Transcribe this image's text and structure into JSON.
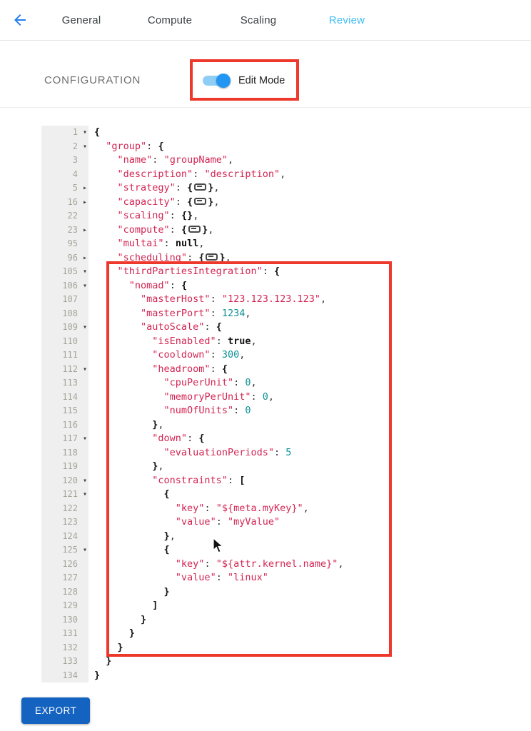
{
  "nav": {
    "back_icon": "arrow-left",
    "tabs": [
      {
        "label": "General",
        "active": false
      },
      {
        "label": "Compute",
        "active": false
      },
      {
        "label": "Scaling",
        "active": false
      },
      {
        "label": "Review",
        "active": true
      }
    ]
  },
  "config": {
    "label": "CONFIGURATION",
    "edit_mode": {
      "label": "Edit Mode",
      "enabled": true
    }
  },
  "footer": {
    "export_label": "EXPORT"
  },
  "colors": {
    "active_tab": "#42bdf5",
    "toggle_knob": "#2196f3",
    "toggle_track": "#8ecdf5",
    "annotation_red": "#ee382b",
    "code_string": "#d32552",
    "code_number": "#0d9197",
    "export_button": "#1463c0"
  },
  "editor": {
    "lines": [
      {
        "n": "1",
        "fold": "open",
        "seg": [
          [
            "b",
            "{"
          ]
        ]
      },
      {
        "n": "2",
        "fold": "open",
        "seg": [
          [
            "p",
            "  "
          ],
          [
            "s",
            "\"group\""
          ],
          [
            "p",
            ": "
          ],
          [
            "b",
            "{"
          ]
        ]
      },
      {
        "n": "3",
        "seg": [
          [
            "p",
            "    "
          ],
          [
            "s",
            "\"name\""
          ],
          [
            "p",
            ": "
          ],
          [
            "s",
            "\"groupName\""
          ],
          [
            "p",
            ","
          ]
        ]
      },
      {
        "n": "4",
        "seg": [
          [
            "p",
            "    "
          ],
          [
            "s",
            "\"description\""
          ],
          [
            "p",
            ": "
          ],
          [
            "s",
            "\"description\""
          ],
          [
            "p",
            ","
          ]
        ]
      },
      {
        "n": "5",
        "fold": "closed",
        "seg": [
          [
            "p",
            "    "
          ],
          [
            "s",
            "\"strategy\""
          ],
          [
            "p",
            ": "
          ],
          [
            "b",
            "{"
          ],
          [
            "w",
            ""
          ],
          [
            "b",
            "}"
          ],
          [
            "p",
            ","
          ]
        ]
      },
      {
        "n": "16",
        "fold": "closed",
        "seg": [
          [
            "p",
            "    "
          ],
          [
            "s",
            "\"capacity\""
          ],
          [
            "p",
            ": "
          ],
          [
            "b",
            "{"
          ],
          [
            "w",
            ""
          ],
          [
            "b",
            "}"
          ],
          [
            "p",
            ","
          ]
        ]
      },
      {
        "n": "22",
        "seg": [
          [
            "p",
            "    "
          ],
          [
            "s",
            "\"scaling\""
          ],
          [
            "p",
            ": "
          ],
          [
            "b",
            "{}"
          ],
          [
            "p",
            ","
          ]
        ]
      },
      {
        "n": "23",
        "fold": "closed",
        "seg": [
          [
            "p",
            "    "
          ],
          [
            "s",
            "\"compute\""
          ],
          [
            "p",
            ": "
          ],
          [
            "b",
            "{"
          ],
          [
            "w",
            ""
          ],
          [
            "b",
            "}"
          ],
          [
            "p",
            ","
          ]
        ]
      },
      {
        "n": "95",
        "seg": [
          [
            "p",
            "    "
          ],
          [
            "s",
            "\"multai\""
          ],
          [
            "p",
            ": "
          ],
          [
            "b",
            "null"
          ],
          [
            "p",
            ","
          ]
        ]
      },
      {
        "n": "96",
        "fold": "closed",
        "seg": [
          [
            "p",
            "    "
          ],
          [
            "s",
            "\"scheduling\""
          ],
          [
            "p",
            ": "
          ],
          [
            "b",
            "{"
          ],
          [
            "w",
            ""
          ],
          [
            "b",
            "}"
          ],
          [
            "p",
            ","
          ]
        ]
      },
      {
        "n": "105",
        "fold": "open",
        "seg": [
          [
            "p",
            "    "
          ],
          [
            "s",
            "\"thirdPartiesIntegration\""
          ],
          [
            "p",
            ": "
          ],
          [
            "b",
            "{"
          ]
        ]
      },
      {
        "n": "106",
        "fold": "open",
        "seg": [
          [
            "p",
            "      "
          ],
          [
            "s",
            "\"nomad\""
          ],
          [
            "p",
            ": "
          ],
          [
            "b",
            "{"
          ]
        ]
      },
      {
        "n": "107",
        "seg": [
          [
            "p",
            "        "
          ],
          [
            "s",
            "\"masterHost\""
          ],
          [
            "p",
            ": "
          ],
          [
            "s",
            "\"123.123.123.123\""
          ],
          [
            "p",
            ","
          ]
        ]
      },
      {
        "n": "108",
        "seg": [
          [
            "p",
            "        "
          ],
          [
            "s",
            "\"masterPort\""
          ],
          [
            "p",
            ": "
          ],
          [
            "n",
            "1234"
          ],
          [
            "p",
            ","
          ]
        ]
      },
      {
        "n": "109",
        "fold": "open",
        "seg": [
          [
            "p",
            "        "
          ],
          [
            "s",
            "\"autoScale\""
          ],
          [
            "p",
            ": "
          ],
          [
            "b",
            "{"
          ]
        ]
      },
      {
        "n": "110",
        "seg": [
          [
            "p",
            "          "
          ],
          [
            "s",
            "\"isEnabled\""
          ],
          [
            "p",
            ": "
          ],
          [
            "b",
            "true"
          ],
          [
            "p",
            ","
          ]
        ]
      },
      {
        "n": "111",
        "seg": [
          [
            "p",
            "          "
          ],
          [
            "s",
            "\"cooldown\""
          ],
          [
            "p",
            ": "
          ],
          [
            "n",
            "300"
          ],
          [
            "p",
            ","
          ]
        ]
      },
      {
        "n": "112",
        "fold": "open",
        "seg": [
          [
            "p",
            "          "
          ],
          [
            "s",
            "\"headroom\""
          ],
          [
            "p",
            ": "
          ],
          [
            "b",
            "{"
          ]
        ]
      },
      {
        "n": "113",
        "seg": [
          [
            "p",
            "            "
          ],
          [
            "s",
            "\"cpuPerUnit\""
          ],
          [
            "p",
            ": "
          ],
          [
            "n",
            "0"
          ],
          [
            "p",
            ","
          ]
        ]
      },
      {
        "n": "114",
        "seg": [
          [
            "p",
            "            "
          ],
          [
            "s",
            "\"memoryPerUnit\""
          ],
          [
            "p",
            ": "
          ],
          [
            "n",
            "0"
          ],
          [
            "p",
            ","
          ]
        ]
      },
      {
        "n": "115",
        "seg": [
          [
            "p",
            "            "
          ],
          [
            "s",
            "\"numOfUnits\""
          ],
          [
            "p",
            ": "
          ],
          [
            "n",
            "0"
          ]
        ]
      },
      {
        "n": "116",
        "seg": [
          [
            "p",
            "          "
          ],
          [
            "b",
            "}"
          ],
          [
            "p",
            ","
          ]
        ]
      },
      {
        "n": "117",
        "fold": "open",
        "seg": [
          [
            "p",
            "          "
          ],
          [
            "s",
            "\"down\""
          ],
          [
            "p",
            ": "
          ],
          [
            "b",
            "{"
          ]
        ]
      },
      {
        "n": "118",
        "seg": [
          [
            "p",
            "            "
          ],
          [
            "s",
            "\"evaluationPeriods\""
          ],
          [
            "p",
            ": "
          ],
          [
            "n",
            "5"
          ]
        ]
      },
      {
        "n": "119",
        "seg": [
          [
            "p",
            "          "
          ],
          [
            "b",
            "}"
          ],
          [
            "p",
            ","
          ]
        ]
      },
      {
        "n": "120",
        "fold": "open",
        "seg": [
          [
            "p",
            "          "
          ],
          [
            "s",
            "\"constraints\""
          ],
          [
            "p",
            ": "
          ],
          [
            "b",
            "["
          ]
        ]
      },
      {
        "n": "121",
        "fold": "open",
        "seg": [
          [
            "p",
            "            "
          ],
          [
            "b",
            "{"
          ]
        ]
      },
      {
        "n": "122",
        "seg": [
          [
            "p",
            "              "
          ],
          [
            "s",
            "\"key\""
          ],
          [
            "p",
            ": "
          ],
          [
            "s",
            "\"${meta.myKey}\""
          ],
          [
            "p",
            ","
          ]
        ]
      },
      {
        "n": "123",
        "seg": [
          [
            "p",
            "              "
          ],
          [
            "s",
            "\"value\""
          ],
          [
            "p",
            ": "
          ],
          [
            "s",
            "\"myValue\""
          ]
        ]
      },
      {
        "n": "124",
        "seg": [
          [
            "p",
            "            "
          ],
          [
            "b",
            "}"
          ],
          [
            "p",
            ","
          ]
        ]
      },
      {
        "n": "125",
        "fold": "open",
        "seg": [
          [
            "p",
            "            "
          ],
          [
            "b",
            "{"
          ]
        ]
      },
      {
        "n": "126",
        "seg": [
          [
            "p",
            "              "
          ],
          [
            "s",
            "\"key\""
          ],
          [
            "p",
            ": "
          ],
          [
            "s",
            "\"${attr.kernel.name}\""
          ],
          [
            "p",
            ","
          ]
        ]
      },
      {
        "n": "127",
        "seg": [
          [
            "p",
            "              "
          ],
          [
            "s",
            "\"value\""
          ],
          [
            "p",
            ": "
          ],
          [
            "s",
            "\"linux\""
          ]
        ]
      },
      {
        "n": "128",
        "seg": [
          [
            "p",
            "            "
          ],
          [
            "b",
            "}"
          ]
        ]
      },
      {
        "n": "129",
        "seg": [
          [
            "p",
            "          "
          ],
          [
            "b",
            "]"
          ]
        ]
      },
      {
        "n": "130",
        "seg": [
          [
            "p",
            "        "
          ],
          [
            "b",
            "}"
          ]
        ]
      },
      {
        "n": "131",
        "seg": [
          [
            "p",
            "      "
          ],
          [
            "b",
            "}"
          ]
        ]
      },
      {
        "n": "132",
        "seg": [
          [
            "p",
            "    "
          ],
          [
            "b",
            "}"
          ]
        ]
      },
      {
        "n": "133",
        "seg": [
          [
            "p",
            "  "
          ],
          [
            "b",
            "}"
          ]
        ]
      },
      {
        "n": "134",
        "seg": [
          [
            "b",
            "}"
          ]
        ]
      }
    ]
  }
}
